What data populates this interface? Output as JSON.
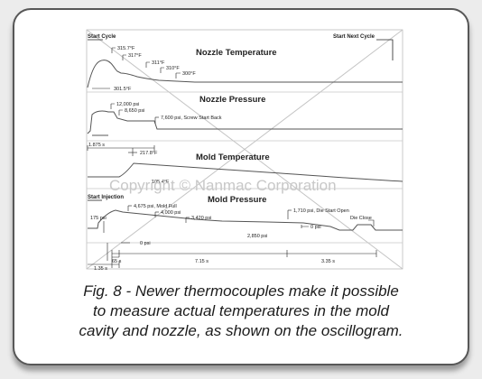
{
  "watermark": "Copyright © Nanmac Corporation",
  "oscillogram": {
    "cycle_start": "Start Cycle",
    "cycle_next": "Start Next Cycle",
    "nozzle_temp": {
      "title": "Nozzle Temperature",
      "labels": [
        "315.7°F",
        "317°F",
        "311°F",
        "310°F",
        "300°F",
        "301.5°F"
      ]
    },
    "nozzle_pressure": {
      "title": "Nozzle Pressure",
      "labels": [
        "12,000 psi",
        "8,650 psi",
        "7,600 psi, Screw Start Back",
        "1.875 s"
      ]
    },
    "mold_temp": {
      "title": "Mold Temperature",
      "labels": [
        "217.8°F",
        "105.4°F"
      ]
    },
    "mold_pressure": {
      "title": "Mold Pressure",
      "start_injection": "Start Injection",
      "labels": [
        "175 psi",
        "4,675 psi, Mold Full",
        "4,000 psi",
        "3,420 psi",
        "1,710 psi, Die Start Open",
        "Die Close",
        "0 psi",
        "2,850 psi",
        "0 psi"
      ]
    },
    "timing": [
      "65 s",
      "1.35 s",
      "7.15 s",
      "3.35 s"
    ]
  },
  "caption": {
    "lines": [
      "Fig. 8 - Newer thermocouples make it possible",
      "to measure actual temperatures in the mold",
      "cavity and nozzle, as shown on the oscillogram."
    ]
  }
}
